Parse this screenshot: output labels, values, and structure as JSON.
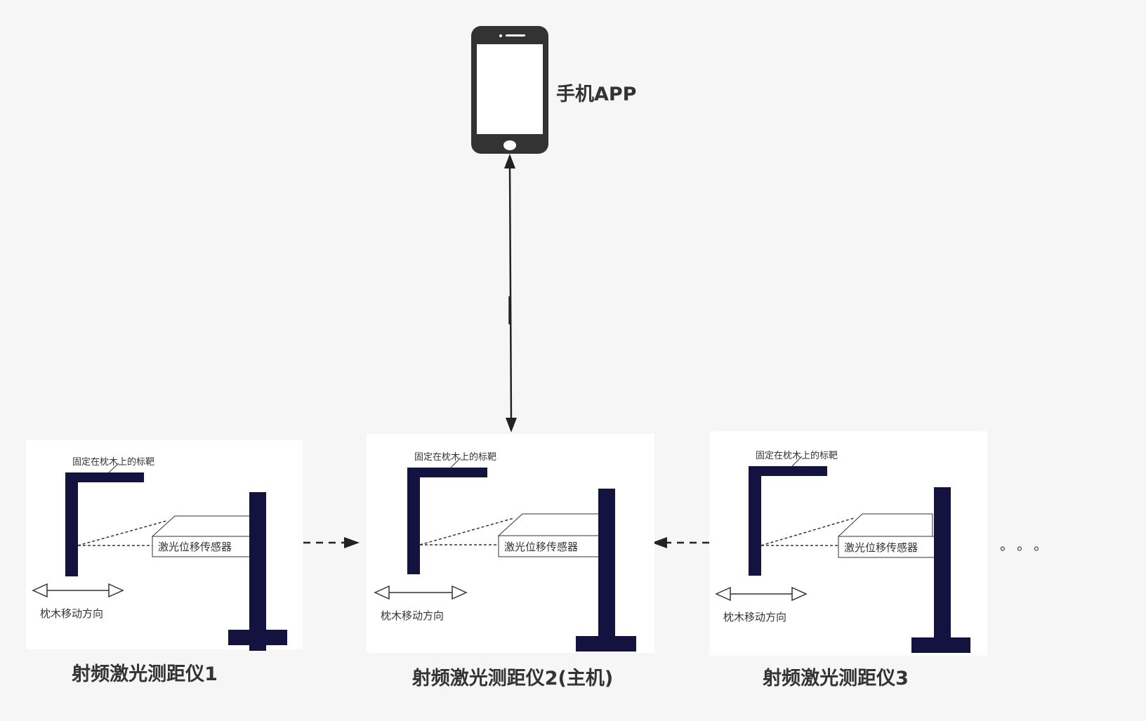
{
  "phone": {
    "label": "手机APP"
  },
  "devices": [
    {
      "label": "射频激光测距仪1",
      "target_label": "固定在枕木上的标靶",
      "sensor_label": "激光位移传感器",
      "direction_label": "枕木移动方向"
    },
    {
      "label": "射频激光测距仪2(主机)",
      "target_label": "固定在枕木上的标靶",
      "sensor_label": "激光位移传感器",
      "direction_label": "枕木移动方向"
    },
    {
      "label": "射频激光测距仪3",
      "target_label": "固定在枕木上的标靶",
      "sensor_label": "激光位移传感器",
      "direction_label": "枕木移动方向"
    }
  ],
  "more": "。。。",
  "colors": {
    "post": "#14123f",
    "arrow": "#222222",
    "panel": "#ffffff",
    "background": "#f6f6f6"
  }
}
